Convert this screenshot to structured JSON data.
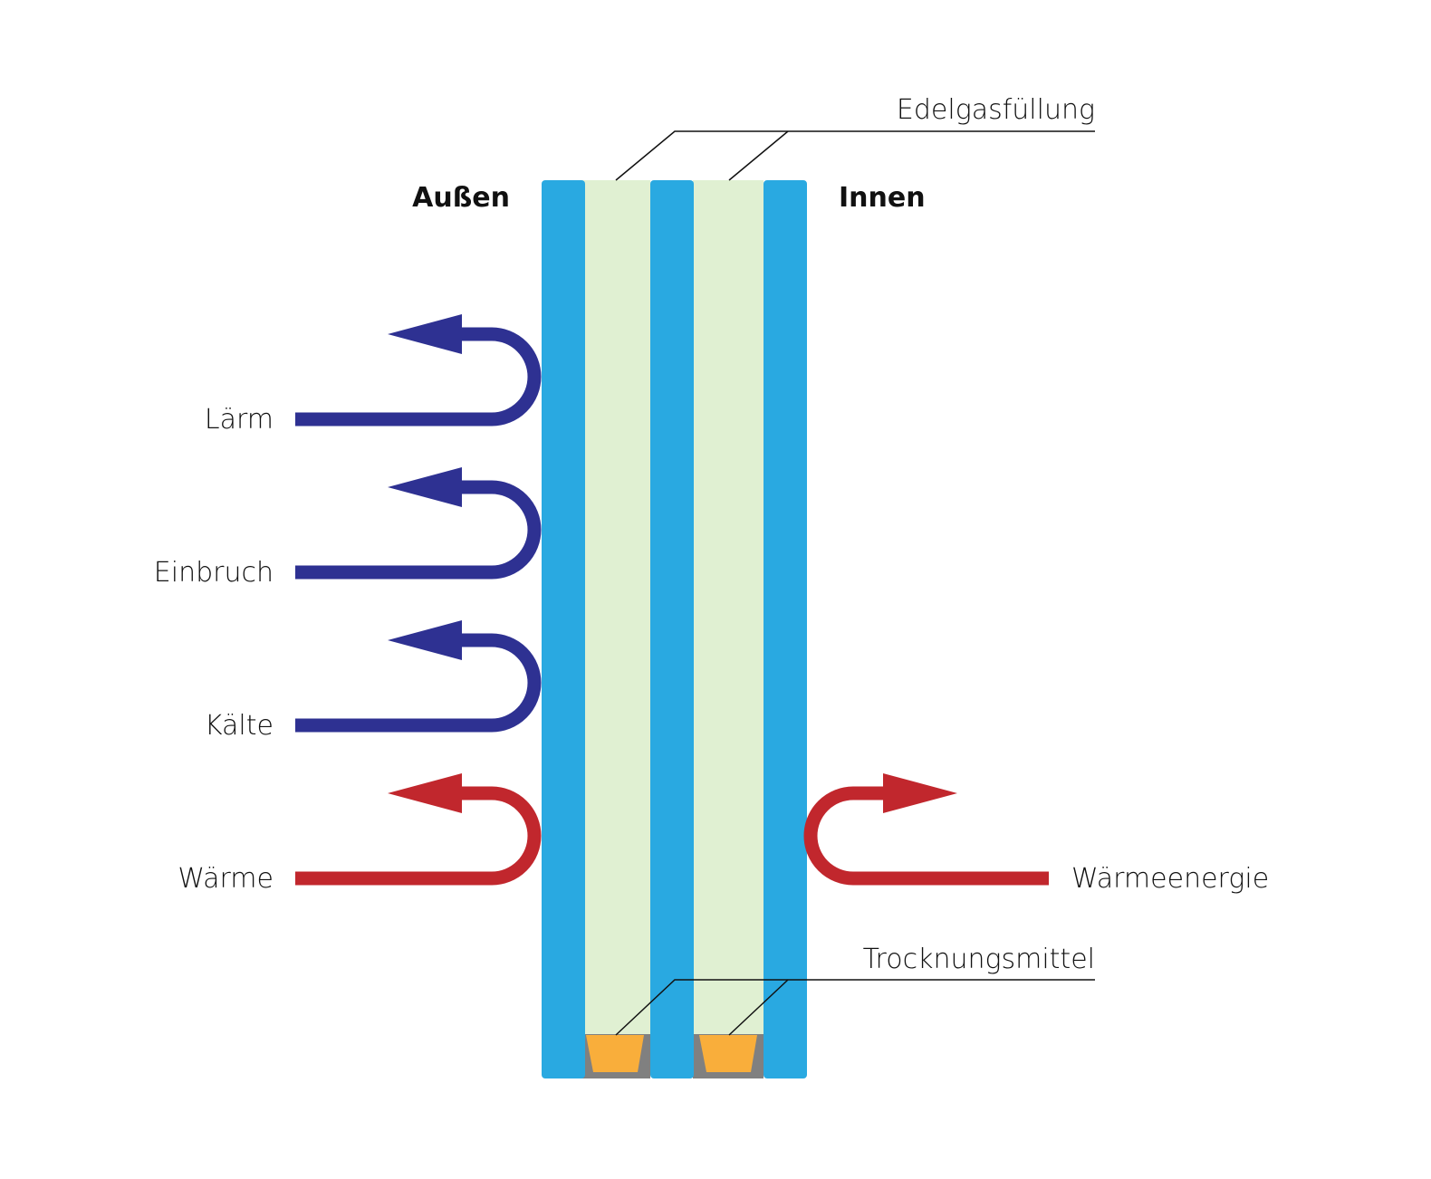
{
  "colors": {
    "glass": "#29a9e1",
    "gas": "#e0f0d2",
    "spacer": "#808080",
    "desiccant": "#f9ae3b",
    "blocked": "#2e3192",
    "heat": "#c1272d",
    "line": "#111111"
  },
  "labels": {
    "outside": "Außen",
    "inside": "Innen",
    "gas_fill": "Edelgasfüllung",
    "desiccant": "Trocknungsmittel"
  },
  "arrows": [
    {
      "label": "Lärm",
      "side": "outside",
      "kind": "blocked"
    },
    {
      "label": "Einbruch",
      "side": "outside",
      "kind": "blocked"
    },
    {
      "label": "Kälte",
      "side": "outside",
      "kind": "blocked"
    },
    {
      "label": "Wärme",
      "side": "outside",
      "kind": "heat"
    },
    {
      "label": "Wärmeenergie",
      "side": "inside",
      "kind": "heat"
    }
  ]
}
